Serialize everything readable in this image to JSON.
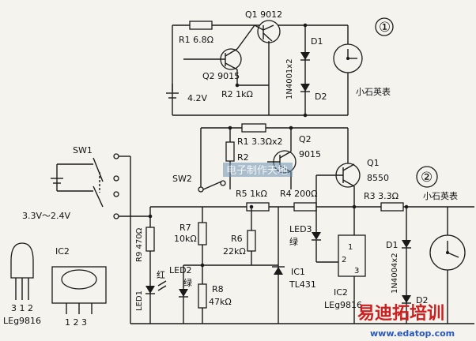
{
  "circuit1": {
    "number": "①",
    "q1": "Q1  9012",
    "r1": "R1  6.8Ω",
    "q2": "Q2  9015",
    "r2": "R2  1kΩ",
    "battery": "4.2V",
    "d1": "D1",
    "d2": "D2",
    "diode_part": "1N4001x2",
    "clock": "小石英表"
  },
  "circuit2": {
    "number": "②",
    "sw1": "SW1",
    "voltage": "3.3V～2.4V",
    "r1": "R1  3.3Ωx2",
    "r2": "R2",
    "q2": "Q2",
    "q2_type": "9015",
    "q1": "Q1",
    "q1_type": "8550",
    "sw2": "SW2",
    "r5": "R5  1kΩ",
    "r4": "R4  200Ω",
    "r3": "R3  3.3Ω",
    "clock": "小石英表",
    "r7_name": "R7",
    "r7_val": "10kΩ",
    "r9": "R9  470Ω",
    "r6_name": "R6",
    "r6_val": "22kΩ",
    "led3_name": "LED3",
    "led3_color": "绿",
    "ic1_name": "IC1",
    "ic1_part": "TL431",
    "ic2_name": "IC2",
    "ic2_part": "LEg9816",
    "ic2_pins": [
      "1",
      "2",
      "3"
    ],
    "d1": "D1",
    "d2": "D2",
    "diode_part": "1N4004x2",
    "led2_name": "LED2",
    "led2_color": "绿",
    "led1_name": "LED1",
    "led1_color": "红",
    "r8_name": "R8",
    "r8_val": "47kΩ"
  },
  "package": {
    "ic2_label": "IC2",
    "pins_left": "3 1 2",
    "part_left": "LEg9816",
    "pins_right": "1  2  3"
  },
  "watermark": {
    "main": "易迪拓培训",
    "url": "www.edatop.com",
    "mid": "电子制作天地"
  }
}
